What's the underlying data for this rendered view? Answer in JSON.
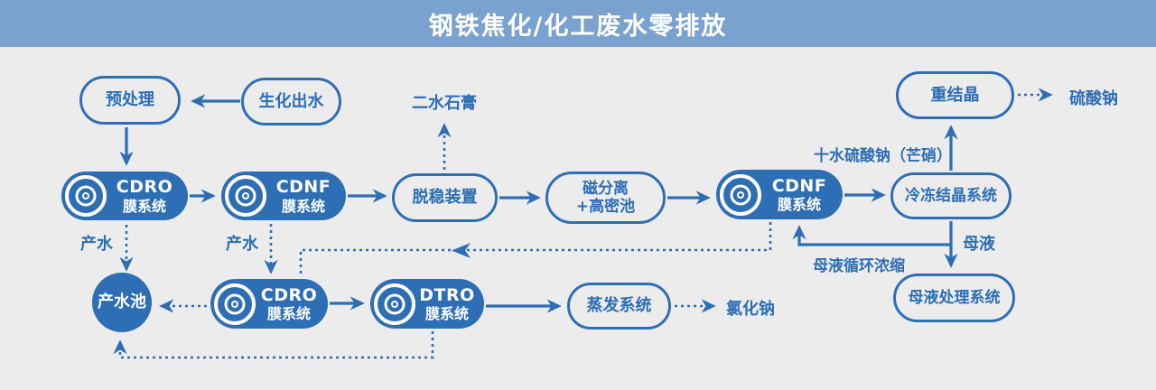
{
  "title": "钢铁焦化/化工废水零排放",
  "colors": {
    "header_bg": "#7aa2cf",
    "canvas_bg": "#ececec",
    "primary_blue": "#2d6eb5",
    "node_text_on_blue": "#ffffff"
  },
  "nodes": {
    "pretreatment": {
      "label": "预处理"
    },
    "biochemical_effluent": {
      "label": "生化出水"
    },
    "cdro_top": {
      "line1": "CDRO",
      "line2": "膜系统"
    },
    "cdnf_mid": {
      "line1": "CDNF",
      "line2": "膜系统"
    },
    "destabilization": {
      "label": "脱稳装置"
    },
    "magnetic_separation": {
      "line1": "磁分离",
      "line2": "+高密池"
    },
    "cdnf_right": {
      "line1": "CDNF",
      "line2": "膜系统"
    },
    "freeze_crystallization": {
      "label": "冷冻结晶系统"
    },
    "recrystallization": {
      "label": "重结晶"
    },
    "mother_liquor_treatment": {
      "label": "母液处理系统"
    },
    "product_water_pool": {
      "label": "产水池"
    },
    "cdro_bottom": {
      "line1": "CDRO",
      "line2": "膜系统"
    },
    "dtro": {
      "line1": "DTRO",
      "line2": "膜系统"
    },
    "evaporation": {
      "label": "蒸发系统"
    }
  },
  "labels": {
    "gypsum_dihydrate": "二水石膏",
    "product_water_1": "产水",
    "product_water_2": "产水",
    "sodium_sulfate_decahydrate": "十水硫酸钠（芒硝）",
    "sodium_sulfate": "硫酸钠",
    "mother_liquor": "母液",
    "mother_liquor_recycle": "母液循环浓缩",
    "sodium_chloride": "氯化钠"
  }
}
